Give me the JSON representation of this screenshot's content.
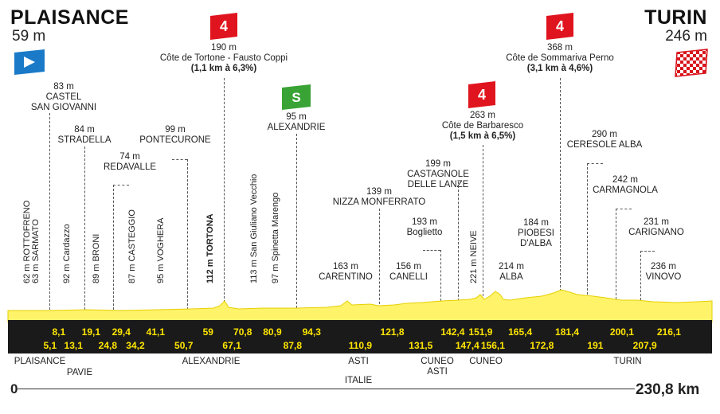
{
  "start": {
    "city": "PLAISANCE",
    "altitude": "59 m"
  },
  "finish": {
    "city": "TURIN",
    "altitude": "246 m"
  },
  "climbs": [
    {
      "category": "4",
      "altitude": "190 m",
      "name": "Côte de Tortone - Fausto Coppi",
      "detail": "(1,1 km à 6,3%)"
    },
    {
      "category": "4",
      "altitude": "368 m",
      "name": "Côte de Sommariva Perno",
      "detail": "(3,1 km à 4,6%)"
    },
    {
      "category": "4",
      "altitude": "263 m",
      "name": "Côte de Barbaresco",
      "detail": "(1,5 km à 6,5%)"
    }
  ],
  "sprint": {
    "label": "S",
    "altitude": "95 m",
    "name": "ALEXANDRIE"
  },
  "places_horizontal": [
    {
      "alt": "83 m",
      "name": "CASTEL\nSAN GIOVANNI"
    },
    {
      "alt": "84 m",
      "name": "STRADELLA"
    },
    {
      "alt": "74 m",
      "name": "REDAVALLE"
    },
    {
      "alt": "99 m",
      "name": "PONTECURONE"
    },
    {
      "alt": "139 m",
      "name": "NIZZA MONFERRATO"
    },
    {
      "alt": "199 m",
      "name": "CASTAGNOLE\nDELLE LANZE"
    },
    {
      "alt": "193 m",
      "name": "Boglietto"
    },
    {
      "alt": "163 m",
      "name": "CARENTINO"
    },
    {
      "alt": "156 m",
      "name": "CANELLI"
    },
    {
      "alt": "214 m",
      "name": "ALBA"
    },
    {
      "alt": "184 m",
      "name": "PIOBESI\nD'ALBA"
    },
    {
      "alt": "290 m",
      "name": "CERESOLE ALBA"
    },
    {
      "alt": "242 m",
      "name": "CARMAGNOLA"
    },
    {
      "alt": "231 m",
      "name": "CARIGNANO"
    },
    {
      "alt": "236 m",
      "name": "VINOVO"
    }
  ],
  "places_vertical": [
    {
      "text": "62 m ROTTOFRENO",
      "bold": false
    },
    {
      "text": "63 m SARMATO",
      "bold": false
    },
    {
      "text": "92 m Cardazzo",
      "bold": false
    },
    {
      "text": "89 m BRONI",
      "bold": false
    },
    {
      "text": "87 m CASTEGGIO",
      "bold": false
    },
    {
      "text": "95 m VOGHERA",
      "bold": false
    },
    {
      "text": "112 m TORTONA",
      "bold": true
    },
    {
      "text": "113 m San Giuliano Vecchio",
      "bold": false
    },
    {
      "text": "97 m Spinetta Marengo",
      "bold": false
    },
    {
      "text": "221 m NEIVE",
      "bold": false
    }
  ],
  "km_top": [
    "8,1",
    "19,1",
    "29,4",
    "41,1",
    "59",
    "70,8",
    "80,9",
    "94,3",
    "121,8",
    "142,4",
    "151,9",
    "165,4",
    "181,4",
    "200,1",
    "216,1"
  ],
  "km_bottom": [
    "5,1",
    "13,1",
    "24,8",
    "34,2",
    "50,7",
    "67,1",
    "87,8",
    "110,9",
    "131,5",
    "147,4",
    "156,1",
    "172,8",
    "191",
    "207,9"
  ],
  "below_labels": {
    "plaisance": "PLAISANCE",
    "pavie": "PAVIE",
    "alexandrie": "ALEXANDRIE",
    "asti": "ASTI",
    "cuneo_asti": "CUNEO\nASTI",
    "cuneo": "CUNEO",
    "turin": "TURIN",
    "italie": "ITALIE"
  },
  "distance": {
    "start": "0",
    "end": "230,8 km"
  },
  "colors": {
    "profile_fill": "#fff36a",
    "km_band": "#1a1a1a",
    "km_text": "#ffe600",
    "climb_badge": "#e0141e",
    "sprint_badge": "#3aa335",
    "start_flag": "#1a7ac8"
  }
}
